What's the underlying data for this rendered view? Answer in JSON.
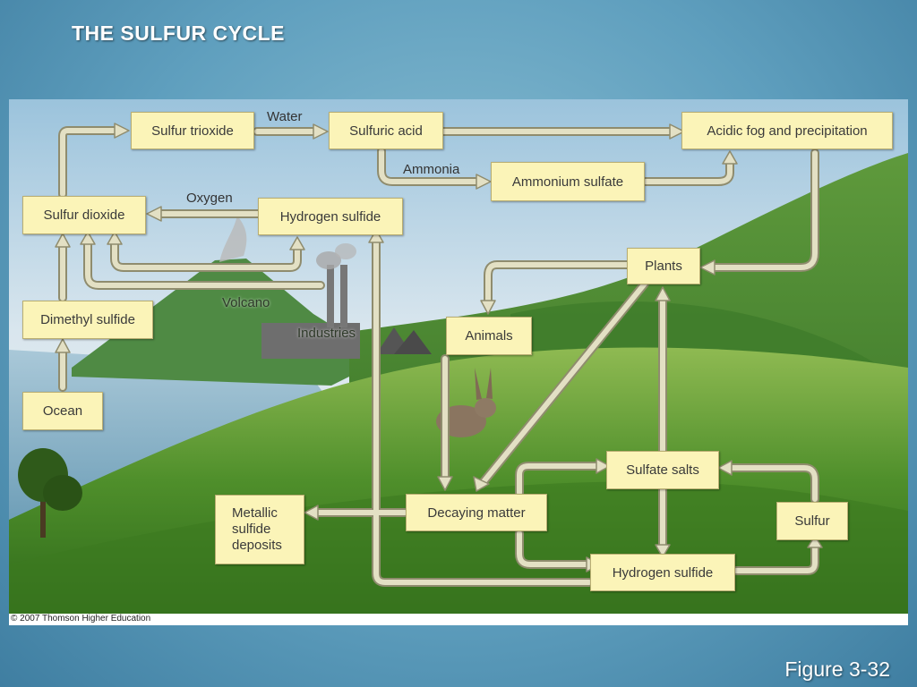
{
  "title": "THE SULFUR CYCLE",
  "figure_label": "Figure 3-32",
  "copyright": "© 2007 Thomson Higher Education",
  "colors": {
    "box_fill": "#fbf4b8",
    "arrow_fill": "#e3e0c4",
    "arrow_stroke": "#8f8c6e"
  },
  "boxes": {
    "sulfur_trioxide": "Sulfur trioxide",
    "sulfuric_acid": "Sulfuric acid",
    "acidic_fog": "Acidic fog and precipitation",
    "ammonium_sulfate": "Ammonium sulfate",
    "sulfur_dioxide": "Sulfur dioxide",
    "hydrogen_sulfide_top": "Hydrogen sulfide",
    "plants": "Plants",
    "dimethyl_sulfide": "Dimethyl sulfide",
    "animals": "Animals",
    "ocean": "Ocean",
    "sulfate_salts": "Sulfate salts",
    "metallic_sulfide_deposits": "Metallic\nsulfide\ndeposits",
    "decaying_matter": "Decaying matter",
    "sulfur": "Sulfur",
    "hydrogen_sulfide_bottom": "Hydrogen sulfide"
  },
  "labels": {
    "water": "Water",
    "ammonia": "Ammonia",
    "oxygen": "Oxygen",
    "volcano": "Volcano",
    "industries": "Industries"
  }
}
